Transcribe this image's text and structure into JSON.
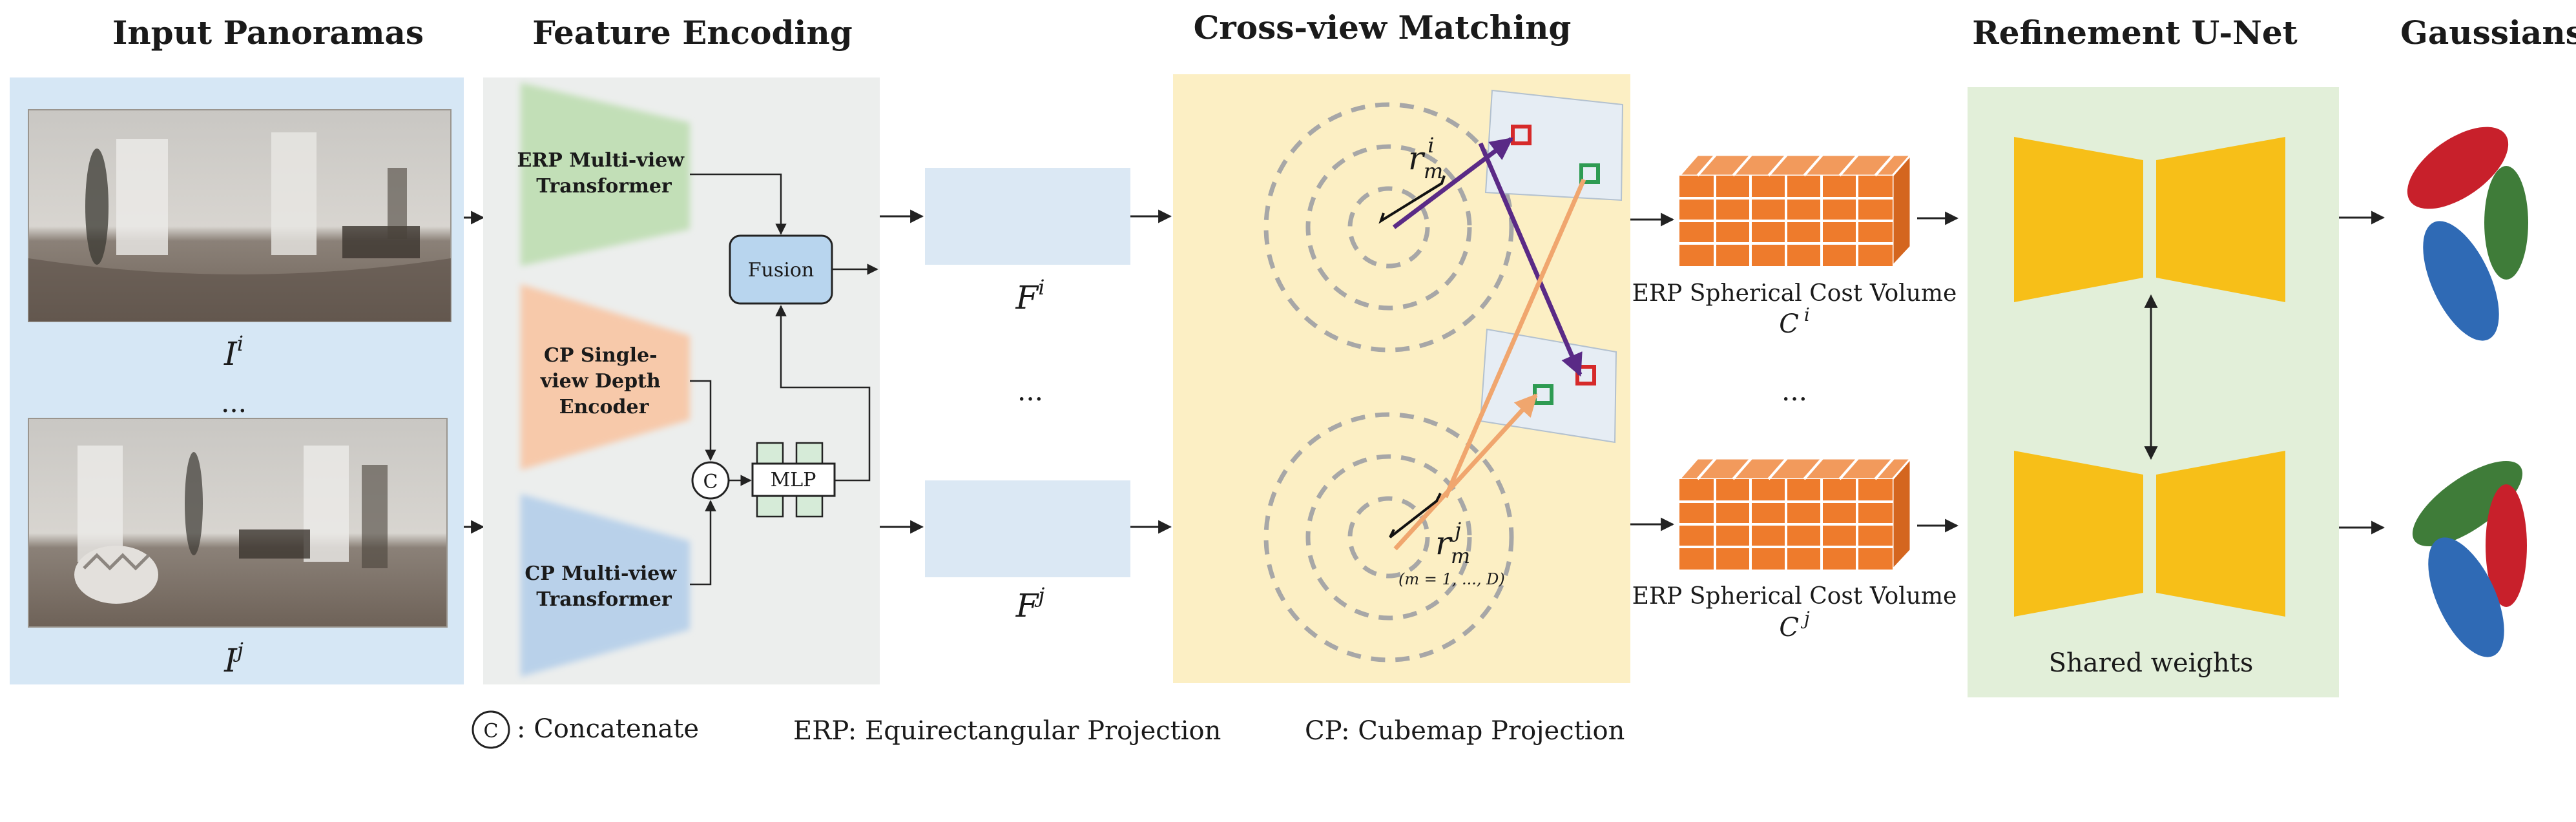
{
  "headers": {
    "input": "Input Panoramas",
    "encoding": "Feature Encoding",
    "matching": "Cross-view Matching",
    "refine": "Refinement U-Net",
    "gaussians": "Gaussians"
  },
  "encoders": {
    "erp_multiview": [
      "ERP Multi-view",
      "Transformer"
    ],
    "cp_single": [
      "CP Single-",
      "view Depth",
      "Encoder"
    ],
    "cp_multiview": [
      "CP Multi-view",
      "Transformer"
    ]
  },
  "modules": {
    "fusion": "Fusion",
    "mlp": "MLP",
    "concat_symbol": "C"
  },
  "images": {
    "top_label_base": "I",
    "top_label_sup": "i",
    "bottom_label_base": "I",
    "bottom_label_sup": "j",
    "dots": "..."
  },
  "features": {
    "top_base": "F",
    "top_sup": "i",
    "bottom_base": "F",
    "bottom_sup": "j",
    "dots": "..."
  },
  "matching": {
    "r_top_base": "r",
    "r_top_sub": "m",
    "r_top_sup": "i",
    "r_bottom_base": "r",
    "r_bottom_sub": "m",
    "r_bottom_sup": "j",
    "m_range": "(m = 1, ..., D)"
  },
  "cost_volume": {
    "top_label": "ERP Spherical Cost Volume",
    "top_base": "C",
    "top_sup": "i",
    "bottom_label": "ERP Spherical Cost Volume",
    "bottom_base": "C",
    "bottom_sup": "j",
    "dots": "..."
  },
  "unet": {
    "shared": "Shared weights"
  },
  "legend": {
    "concat_symbol": "C",
    "concat_text": ": Concatenate",
    "erp": "ERP: Equirectangular Projection",
    "cp": "CP: Cubemap Projection"
  },
  "colors": {
    "input_bg": "#d6e7f5",
    "encoding_bg": "#eceeed",
    "matching_bg": "#fcefc4",
    "unet_bg": "#e2efd9",
    "erp_transformer": "#c2dfb7",
    "cp_single_encoder": "#f7c9aa",
    "cp_multi_transformer": "#b9d1ea",
    "fusion": "#b8d5ee",
    "feature_map": "#dbe8f4",
    "cube": "#ee7b2c",
    "unet_block": "#f7bf18",
    "gaussian_red": "#c8202b",
    "gaussian_green": "#3f7c39",
    "gaussian_blue": "#2f6ab5",
    "ray_purple": "#5a2a86",
    "ray_orange": "#f0a66e"
  }
}
